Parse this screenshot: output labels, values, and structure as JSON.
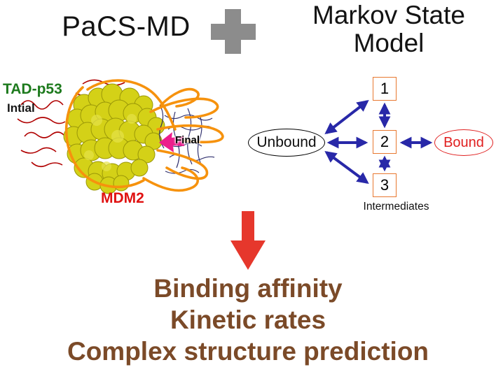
{
  "header": {
    "left_title": "PaCS-MD",
    "right_title_line1": "Markov State",
    "right_title_line2": "Model"
  },
  "molecular": {
    "tad_label": "TAD-p53",
    "initial_label": "Intial",
    "final_label": "Final",
    "mdm2_label": "MDM2"
  },
  "markov": {
    "unbound_label": "Unbound",
    "bound_label": "Bound",
    "states": [
      "1",
      "2",
      "3"
    ],
    "intermediates_label": "Intermediates"
  },
  "results": {
    "lines": [
      "Binding affinity",
      "Kinetic rates",
      "Complex structure prediction"
    ]
  },
  "colors": {
    "brown_text": "#7b4a28",
    "red_arrow": "#e6372c",
    "blue_arrow": "#2828a8",
    "green_label": "#1d7a1d",
    "red_label": "#e01212",
    "orange_chain": "#f6920d",
    "yellow_surface": "#d4d117",
    "magenta_arrow": "#ec1e8c",
    "gray_plus": "#8c8c8c"
  }
}
